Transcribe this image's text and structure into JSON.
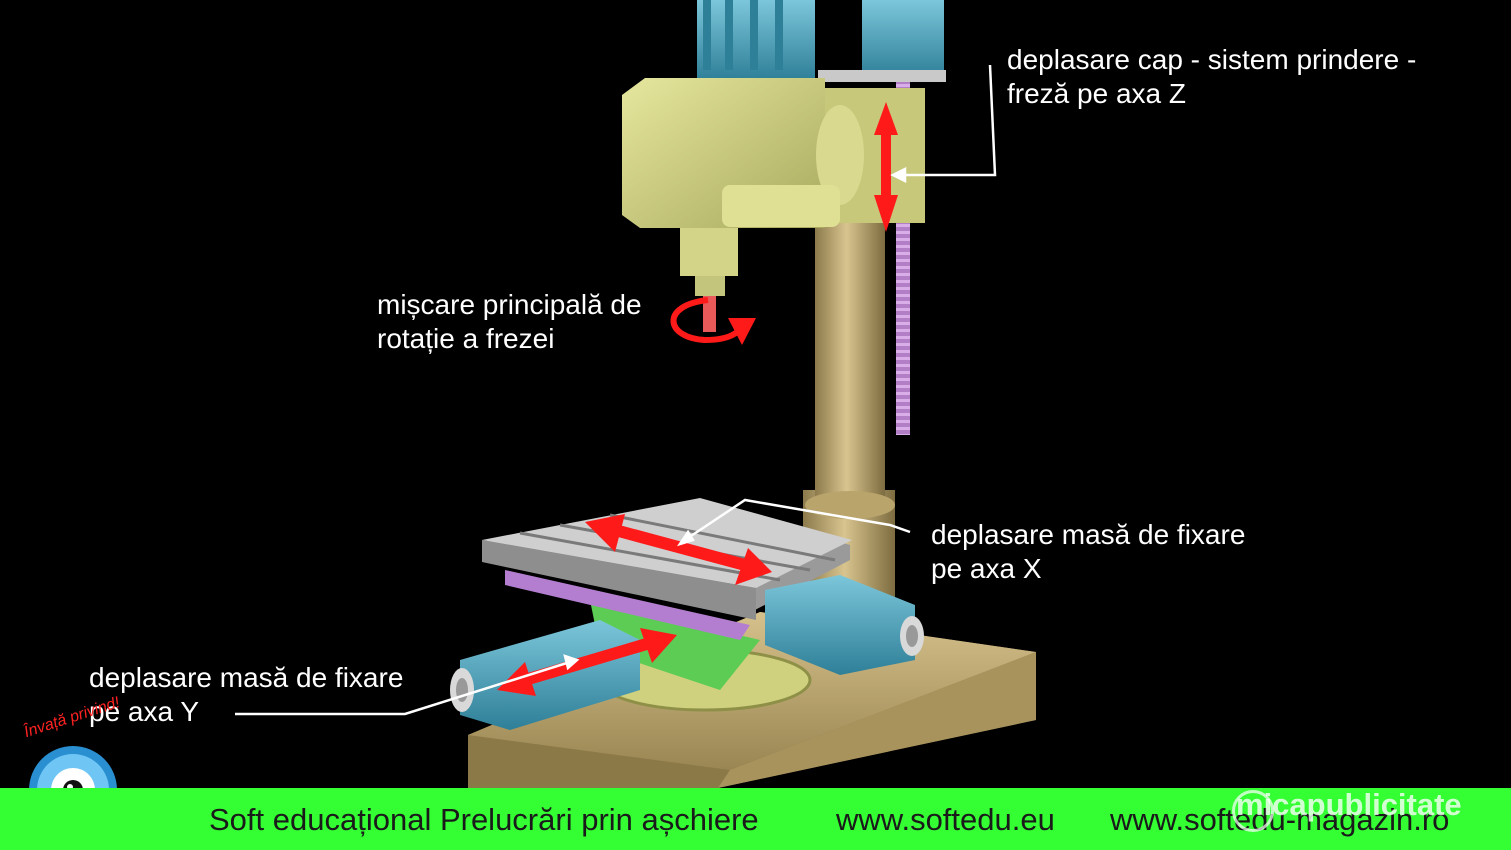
{
  "labels": {
    "z_axis_line1": "deplasare cap - sistem prindere -",
    "z_axis_line2": "freză pe axa Z",
    "rotation_line1": "mișcare principală de",
    "rotation_line2": "rotație a frezei",
    "x_axis_line1": "deplasare masă de fixare",
    "x_axis_line2": "pe axa X",
    "y_axis_line1": "deplasare masă de fixare",
    "y_axis_line2": "pe axa Y"
  },
  "footer": {
    "title": "Soft educațional Prelucrări prin așchiere",
    "site1": "www.softedu.eu",
    "site2": "www.softedu-magazin.ro"
  },
  "logo": {
    "slogan": "Învață privind!"
  },
  "watermark": {
    "text": "micapublicitate"
  },
  "colors": {
    "background": "#000000",
    "footer": "#33ff33",
    "arrow": "#ff1a1a",
    "head": "#d6d88a",
    "column": "#c9b47a",
    "motor": "#4aa8c4",
    "table": "#bdbdbd",
    "base": "#c8b27e",
    "leadscrew": "#c48fd6"
  }
}
